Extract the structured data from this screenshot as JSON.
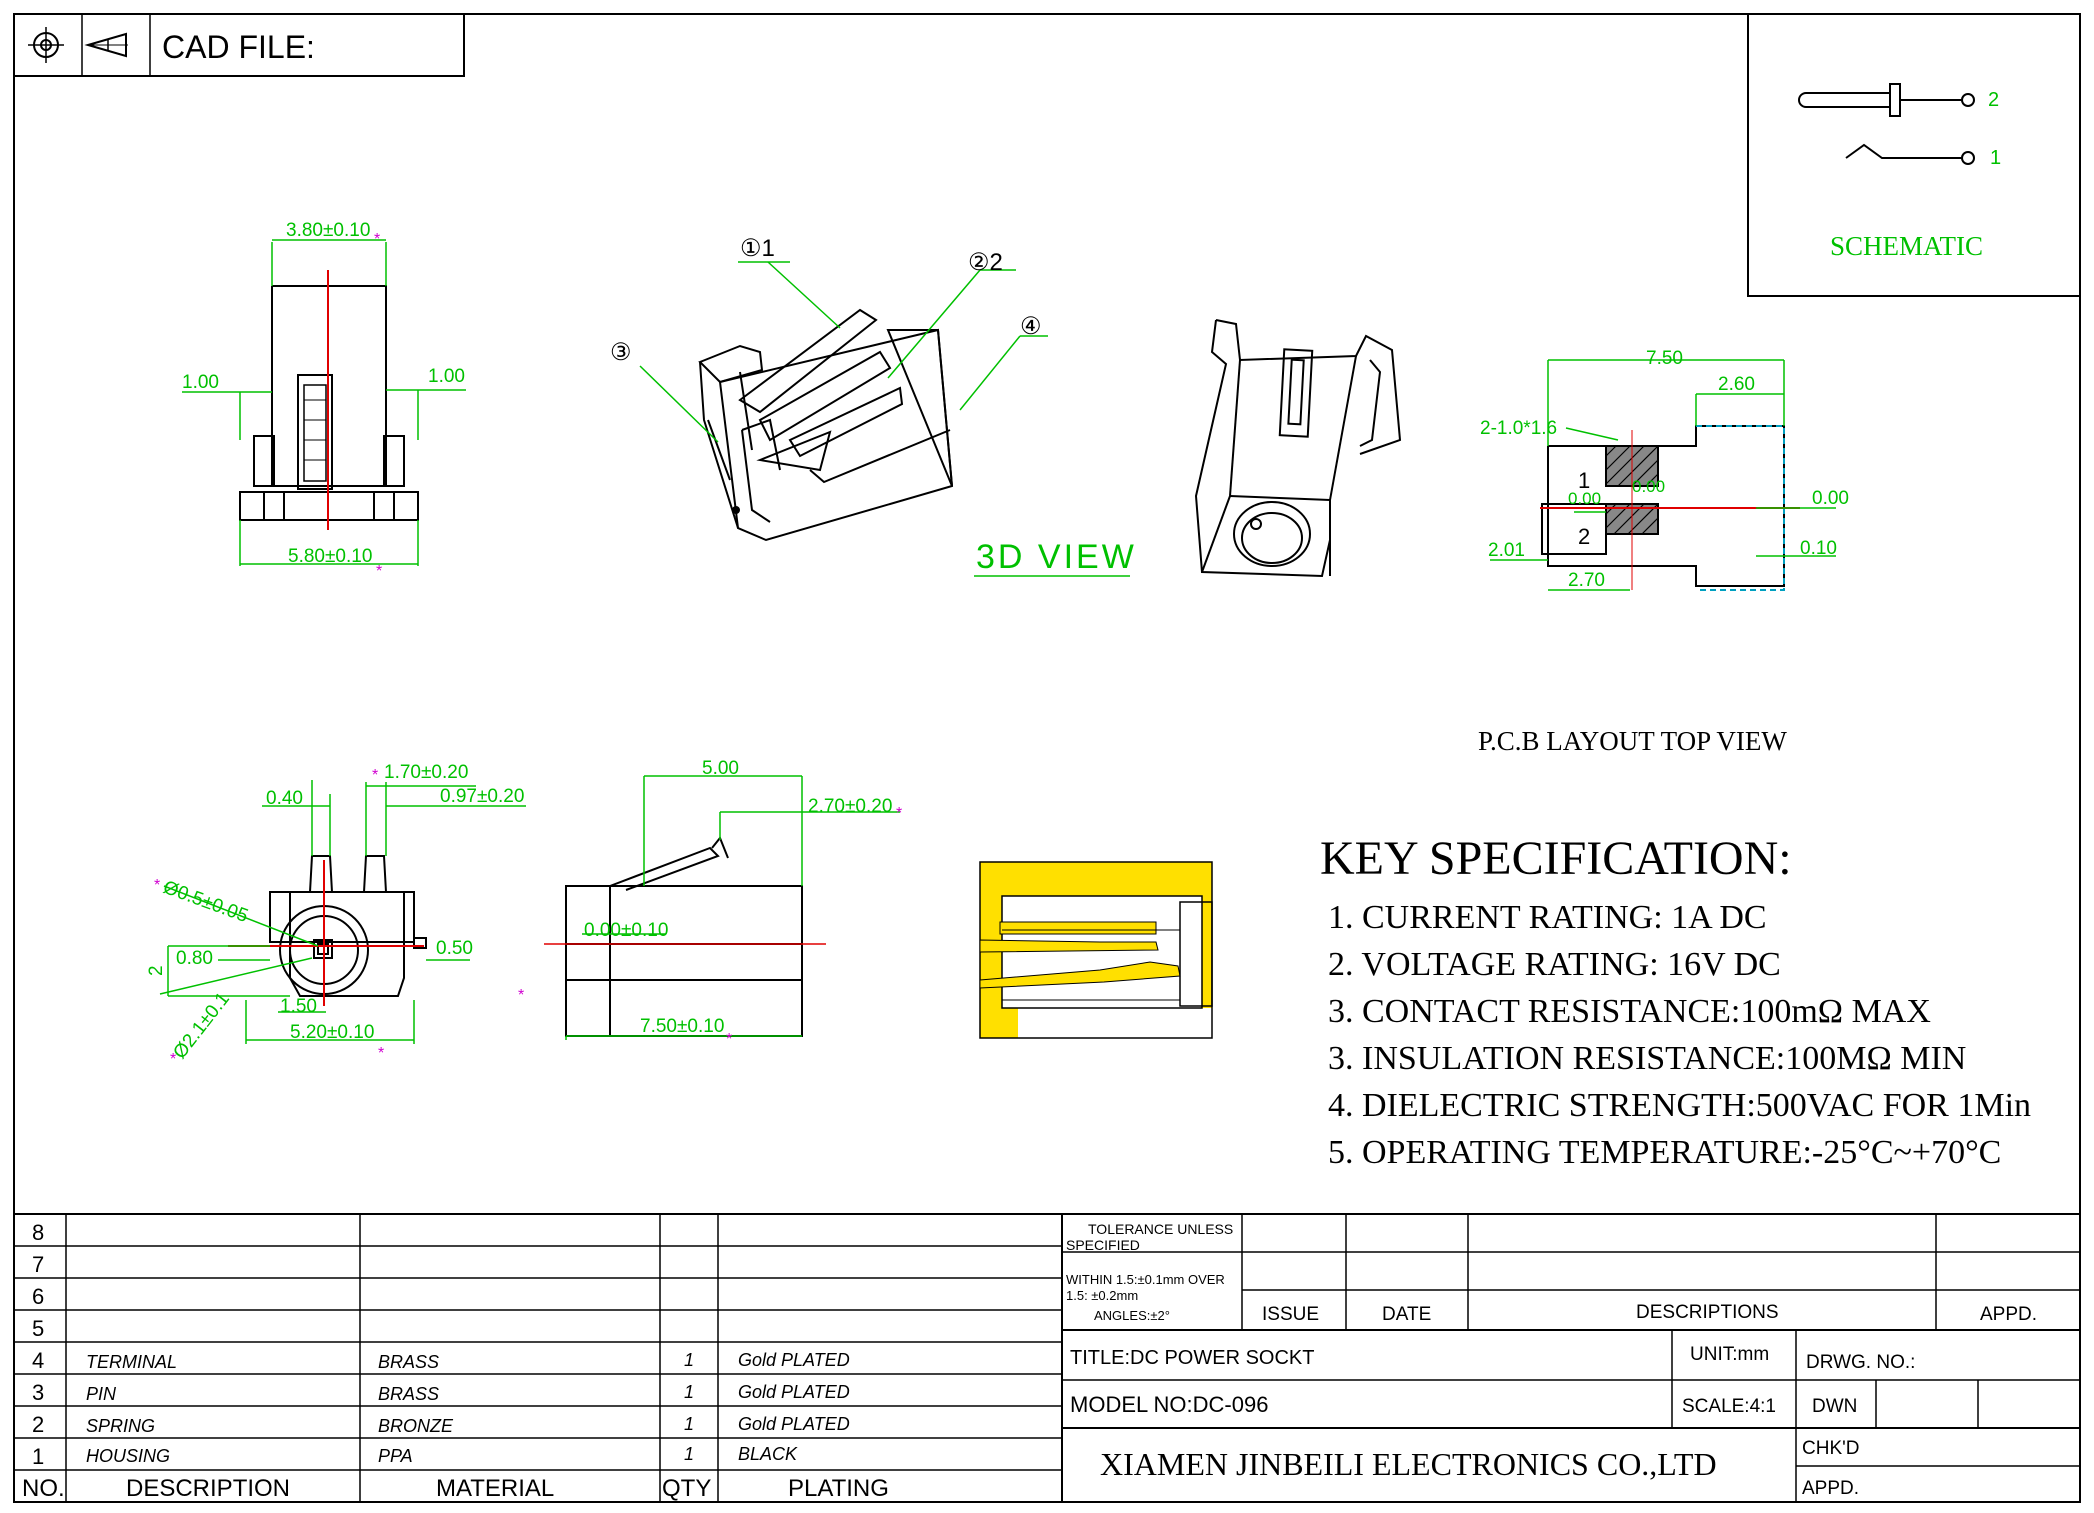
{
  "header": {
    "cad_label": "CAD FILE:",
    "crosshair_icon": "projection-crosshair-icon",
    "cone_icon": "projection-cone-icon"
  },
  "schematic": {
    "title": "SCHEMATIC",
    "pin_top": "2",
    "pin_bottom": "1"
  },
  "dims": {
    "front_top": "3.80±0.10",
    "front_left": "1.00",
    "front_right": "1.00",
    "front_bottom": "5.80±0.10",
    "callout_1": "①1",
    "callout_2": "②2",
    "callout_3": "③",
    "callout_4": "④",
    "view3d": "3D VIEW",
    "pcb_750": "7.50",
    "pcb_260": "2.60",
    "pcb_holes": "2-1.0*1.6",
    "pcb_000a": "0.00",
    "pcb_000b": "0.00",
    "pcb_000c": "0.00",
    "pcb_201": "2.01",
    "pcb_270": "2.70",
    "pcb_010": "0.10",
    "pcb_pin1": "1",
    "pcb_pin2": "2",
    "pcb_title": "P.C.B LAYOUT TOP VIEW",
    "end_170": "1.70±0.20",
    "end_040": "0.40",
    "end_097": "0.97±0.20",
    "end_phi05": "Ø0.5±0.05",
    "end_080": "0.80",
    "end_2": "2",
    "end_050": "0.50",
    "end_150": "1.50",
    "end_520": "5.20±0.10",
    "end_phi21": "Ø2.1±0.1",
    "side_500": "5.00",
    "side_270": "2.70±0.20",
    "side_000": "0.00±0.10",
    "side_750": "7.50±0.10"
  },
  "spec": {
    "title": "KEY SPECIFICATION:",
    "items": [
      "1. CURRENT RATING: 1A DC",
      "2. VOLTAGE RATING: 16V DC",
      "3. CONTACT RESISTANCE:100mΩ MAX",
      "3. INSULATION RESISTANCE:100MΩ MIN",
      "4. DIELECTRIC STRENGTH:500VAC FOR 1Min",
      "5. OPERATING TEMPERATURE:-25°C~+70°C"
    ]
  },
  "bom": {
    "header": {
      "no": "NO.",
      "description": "DESCRIPTION",
      "material": "MATERIAL",
      "qty": "QTY",
      "plating": "PLATING"
    },
    "rows": [
      {
        "no": "8",
        "description": "",
        "material": "",
        "qty": "",
        "plating": ""
      },
      {
        "no": "7",
        "description": "",
        "material": "",
        "qty": "",
        "plating": ""
      },
      {
        "no": "6",
        "description": "",
        "material": "",
        "qty": "",
        "plating": ""
      },
      {
        "no": "5",
        "description": "",
        "material": "",
        "qty": "",
        "plating": ""
      },
      {
        "no": "4",
        "description": "TERMINAL",
        "material": "BRASS",
        "qty": "1",
        "plating": "Gold PLATED"
      },
      {
        "no": "3",
        "description": "PIN",
        "material": "BRASS",
        "qty": "1",
        "plating": "Gold PLATED"
      },
      {
        "no": "2",
        "description": "SPRING",
        "material": "BRONZE",
        "qty": "1",
        "plating": "Gold PLATED"
      },
      {
        "no": "1",
        "description": "HOUSING",
        "material": "PPA",
        "qty": "1",
        "plating": "BLACK"
      }
    ]
  },
  "titleblock": {
    "tol_1": "TOLERANCE UNLESS",
    "tol_2": "SPECIFIED",
    "tol_3": "WITHIN 1.5:±0.1mm OVER",
    "tol_4": "1.5: ±0.2mm",
    "tol_5": "ANGLES:±2°",
    "issue": "ISSUE",
    "date": "DATE",
    "descriptions": "DESCRIPTIONS",
    "appd_rev": "APPD.",
    "title": "TITLE:DC POWER SOCKT",
    "unit": "UNIT:mm",
    "drwg_no": "DRWG. NO.:",
    "model": "MODEL NO:DC-096",
    "scale": "SCALE:4:1",
    "dwn": "DWN",
    "company": "XIAMEN JINBEILI ELECTRONICS CO.,LTD",
    "chkd": "CHK'D",
    "appd": "APPD."
  },
  "colors": {
    "line": "#000000",
    "dimension": "#00c000",
    "center": "#e00000",
    "marker": "#d000d0",
    "pad": "#00a0c0",
    "plating": "#ffe000"
  }
}
